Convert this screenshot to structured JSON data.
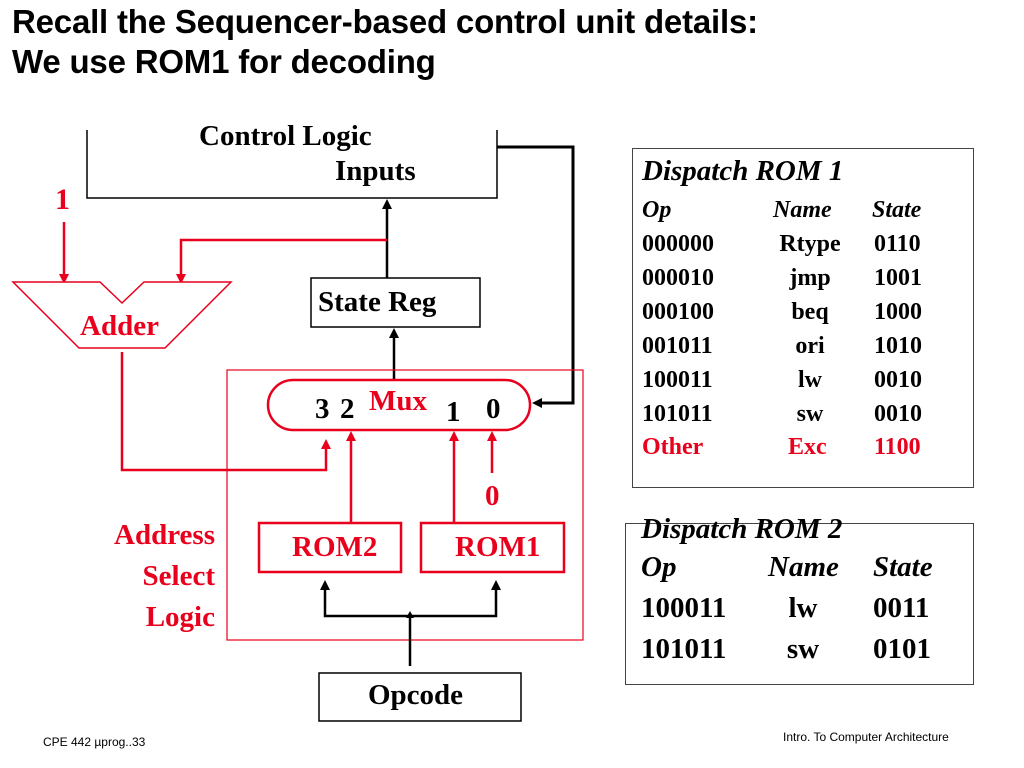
{
  "slide": {
    "title_line1": "Recall the Sequencer-based control unit details:",
    "title_line2": "We use ROM1 for decoding"
  },
  "diagram": {
    "control_logic_label": "Control Logic",
    "inputs_label": "Inputs",
    "constant_one": "1",
    "adder_label": "Adder",
    "state_reg_label": "State Reg",
    "mux_label": "Mux",
    "mux_inputs": [
      "3",
      "2",
      "1",
      "0"
    ],
    "constant_zero": "0",
    "address_select_logic": [
      "Address",
      "Select",
      "Logic"
    ],
    "rom2_label": "ROM2",
    "rom1_label": "ROM1",
    "opcode_label": "Opcode",
    "colors": {
      "accent": "#e8001c",
      "line": "#000000"
    }
  },
  "dispatch_rom1": {
    "title": "Dispatch ROM 1",
    "headers": [
      "Op",
      "Name",
      "State"
    ],
    "rows": [
      [
        "000000",
        "Rtype",
        "0110"
      ],
      [
        "000010",
        "jmp",
        "1001"
      ],
      [
        "000100",
        "beq",
        "1000"
      ],
      [
        "001011",
        "ori",
        "1010"
      ],
      [
        "100011",
        "lw",
        "0010"
      ],
      [
        "101011",
        "sw",
        "0010"
      ]
    ],
    "other_row": [
      "Other",
      "Exc",
      "1100"
    ]
  },
  "dispatch_rom2": {
    "title": "Dispatch ROM 2",
    "headers": [
      "Op",
      "Name",
      "State"
    ],
    "rows": [
      [
        "100011",
        "lw",
        "0011"
      ],
      [
        "101011",
        "sw",
        "0101"
      ]
    ]
  },
  "footer": {
    "left": "CPE 442  µprog..33",
    "right": "Intro. To Computer Architecture"
  }
}
